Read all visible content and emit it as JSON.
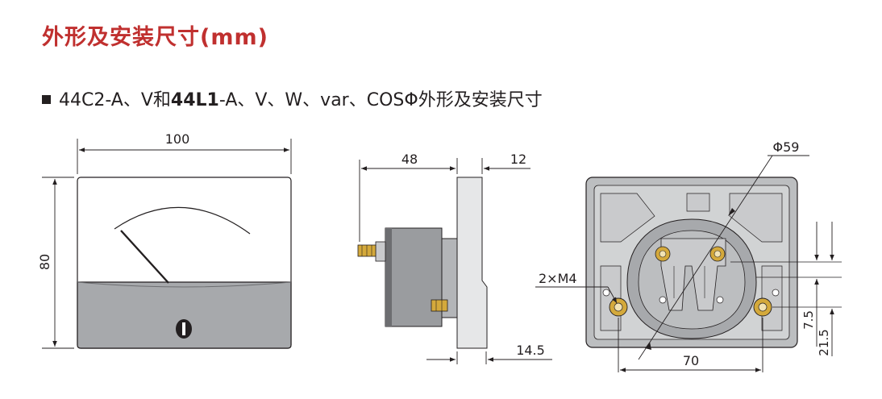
{
  "title": "外形及安装尺寸(mm)",
  "subtitle": {
    "part1": "44C2-A、V和",
    "bold": "44L1",
    "part2": "-A、V、W、var、COSΦ外形及安装尺寸"
  },
  "front_view": {
    "width_dim": "100",
    "height_dim": "80"
  },
  "side_view": {
    "body_depth_dim": "48",
    "panel_thickness_dim": "12",
    "bottom_dim": "14.5"
  },
  "rear_view": {
    "hole_diameter_dim": "Φ59",
    "screw_label": "2×M4",
    "screw_spacing_dim": "70",
    "offset_small_dim": "7.5",
    "offset_large_dim": "21.5"
  },
  "colors": {
    "title_red": "#c0302f",
    "line": "#231f20",
    "meter_lower_panel": "#a7a9ac",
    "side_body": "#9a9c9f",
    "brass": "#d4a93b"
  }
}
